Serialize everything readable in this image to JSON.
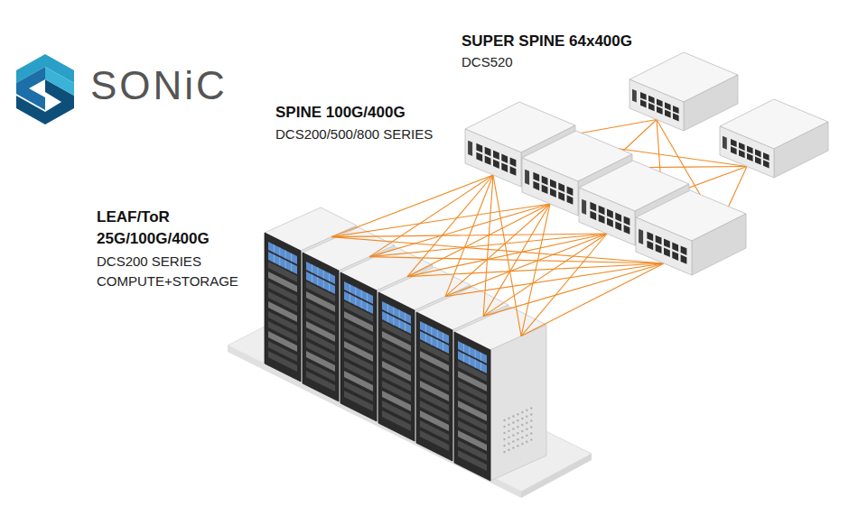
{
  "diagram": {
    "labels": [
      "SONiC",
      "SUPER SPINE 64x400G",
      "DCS520",
      "SPINE 100G/400G",
      "DCS200/500/800 SERIES",
      "LEAF/ToR",
      "25G/100G/400G",
      "DCS200 SERIES",
      "COMPUTE+STORAGE"
    ]
  }
}
